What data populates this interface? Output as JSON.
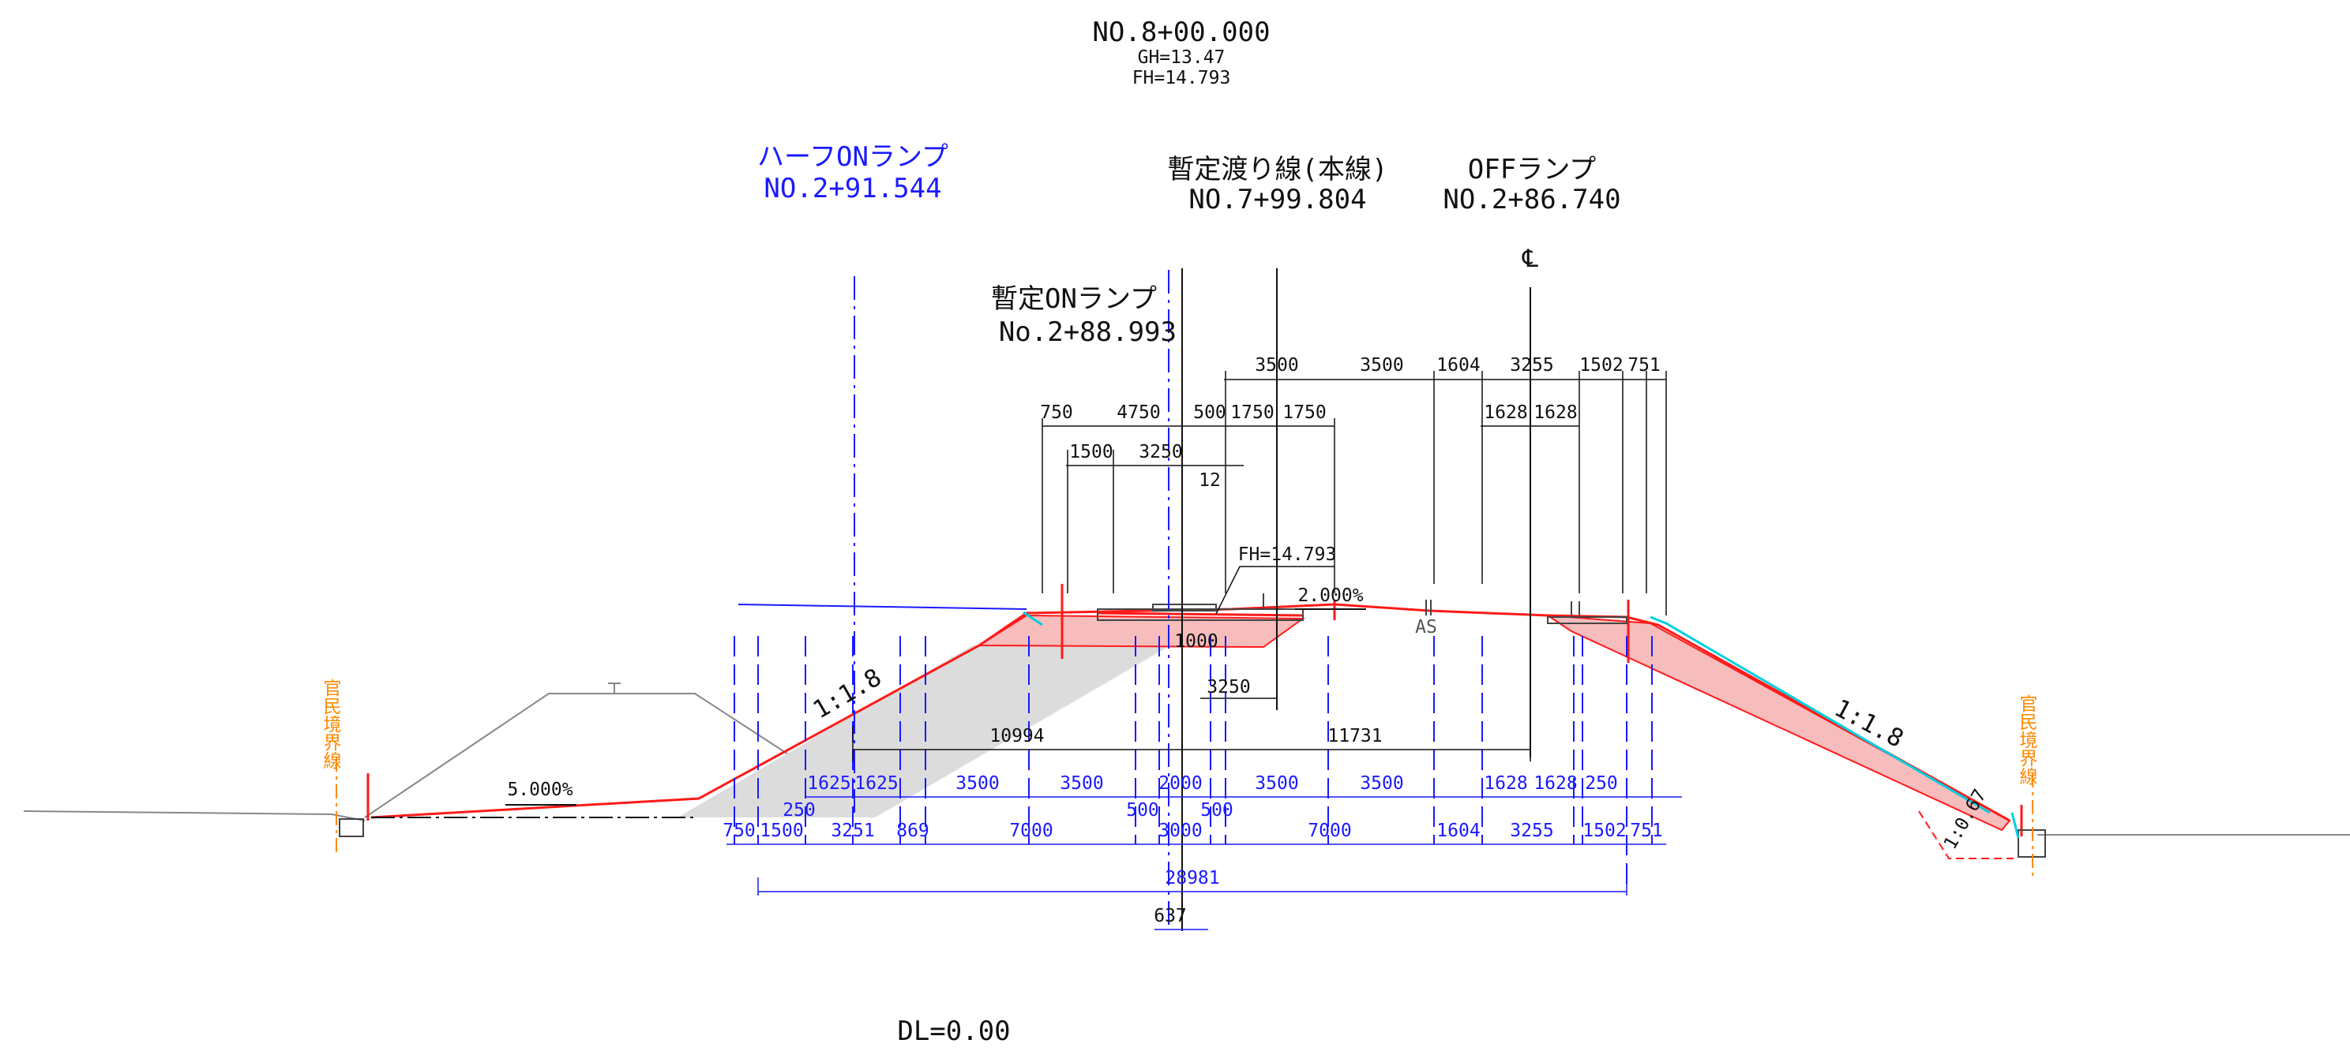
{
  "header": {
    "station": "NO.8+00.000",
    "gh": "GH=13.47",
    "fh": "FH=14.793"
  },
  "labels": {
    "half_on_ramp": "ハーフONランプ",
    "half_on_ramp_station": "NO.2+91.544",
    "temp_crossover": "暫定渡り線(本線)",
    "temp_crossover_station": "NO.7+99.804",
    "off_ramp": "OFFランプ",
    "off_ramp_station": "NO.2+86.740",
    "temp_on_ramp": "暫定ONランプ",
    "temp_on_ramp_station": "No.2+88.993",
    "centerline": "℄",
    "fh_callout": "FH=14.793",
    "cross_slope": "2.000%",
    "ground_slope": "5.000%",
    "slope_left": "1:1.8",
    "slope_right": "1:1.8",
    "slope_small": "1:0.67",
    "as_mark": "AS",
    "datum": "DL=0.00",
    "boundary_left": "官民境界線",
    "boundary_right": "官民境界線",
    "mark_12": "12",
    "mark_1000": "1000",
    "mark_3250": "3250"
  },
  "dims_black": {
    "top_row": [
      "3500",
      "3500",
      "1604",
      "3255",
      "1502",
      "751"
    ],
    "second_row": [
      "750",
      "4750",
      "500",
      "1750",
      "1750"
    ],
    "second_row_right": [
      "1628",
      "1628"
    ],
    "third_row": [
      "1500",
      "3250"
    ],
    "mid": [
      "10994",
      "11731"
    ]
  },
  "dims_blue": {
    "row_a": [
      "1625",
      "1625",
      "3500",
      "3500",
      "2000",
      "3500",
      "3500",
      "1628",
      "1628",
      "250"
    ],
    "row_a_small": [
      "250",
      "500",
      "500"
    ],
    "row_b": [
      "750",
      "1500",
      "3251",
      "869",
      "7000",
      "3000",
      "7000",
      "1604",
      "3255",
      "1502",
      "751"
    ],
    "total": "28981",
    "bottom": "637"
  },
  "colors": {
    "road": "#ff1a1a",
    "fill_red": "#f7bcbc",
    "fill_gray": "#dcdcdc",
    "dim_blue": "#1a1aff",
    "boundary": "#ff8a00",
    "drain": "#00cfe0"
  }
}
